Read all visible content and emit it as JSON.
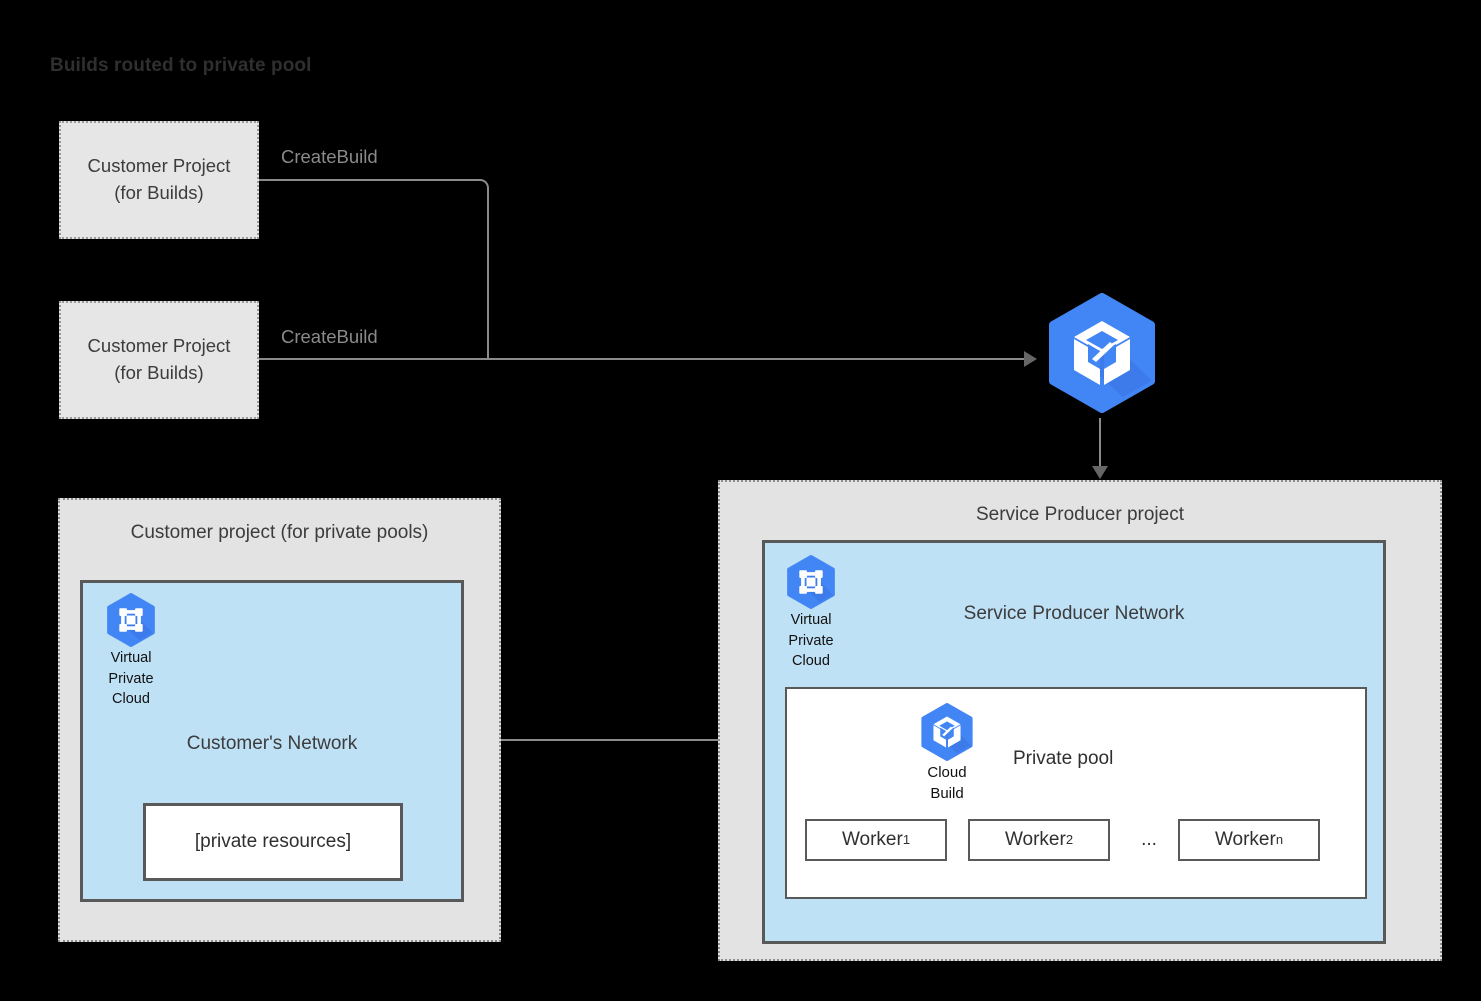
{
  "title": "Builds routed to private pool",
  "colors": {
    "background": "#000000",
    "panel_fill": "#e3e3e3",
    "network_fill": "#bfe1f6",
    "box_fill": "#e6e6e6",
    "white": "#ffffff",
    "border_dark": "#595959",
    "border_dotted": "#8c8c8c",
    "connector": "#8a8a8a",
    "arrow": "#666666",
    "gcp_blue": "#4285f4",
    "text_dark": "#3c3c3c",
    "text_muted": "#8a8a8a"
  },
  "customer_build_projects": [
    {
      "line1": "Customer Project",
      "line2": "(for Builds)",
      "edge_label": "CreateBuild"
    },
    {
      "line1": "Customer Project",
      "line2": "(for Builds)",
      "edge_label": "CreateBuild"
    }
  ],
  "cloud_build_service": {
    "icon": "cloud-build-icon"
  },
  "customer_private_pools_project": {
    "panel_title": "Customer project (for private pools)",
    "network": {
      "label": "Customer's Network",
      "vpc_icon": "virtual-private-cloud-icon",
      "vpc_caption_line1": "Virtual",
      "vpc_caption_line2": "Private",
      "vpc_caption_line3": "Cloud",
      "private_resources_label": "[private resources]"
    }
  },
  "service_producer_project": {
    "panel_title": "Service Producer project",
    "network": {
      "label": "Service Producer Network",
      "vpc_icon": "virtual-private-cloud-icon",
      "vpc_caption_line1": "Virtual",
      "vpc_caption_line2": "Private",
      "vpc_caption_line3": "Cloud"
    },
    "private_pool": {
      "label": "Private pool",
      "cloud_build_icon": "cloud-build-icon",
      "cb_caption_line1": "Cloud",
      "cb_caption_line2": "Build",
      "workers": [
        {
          "name": "Worker",
          "subscript": "1"
        },
        {
          "name": "Worker",
          "subscript": "2"
        },
        {
          "name": "Worker",
          "subscript": "n"
        }
      ],
      "ellipsis": "..."
    }
  }
}
